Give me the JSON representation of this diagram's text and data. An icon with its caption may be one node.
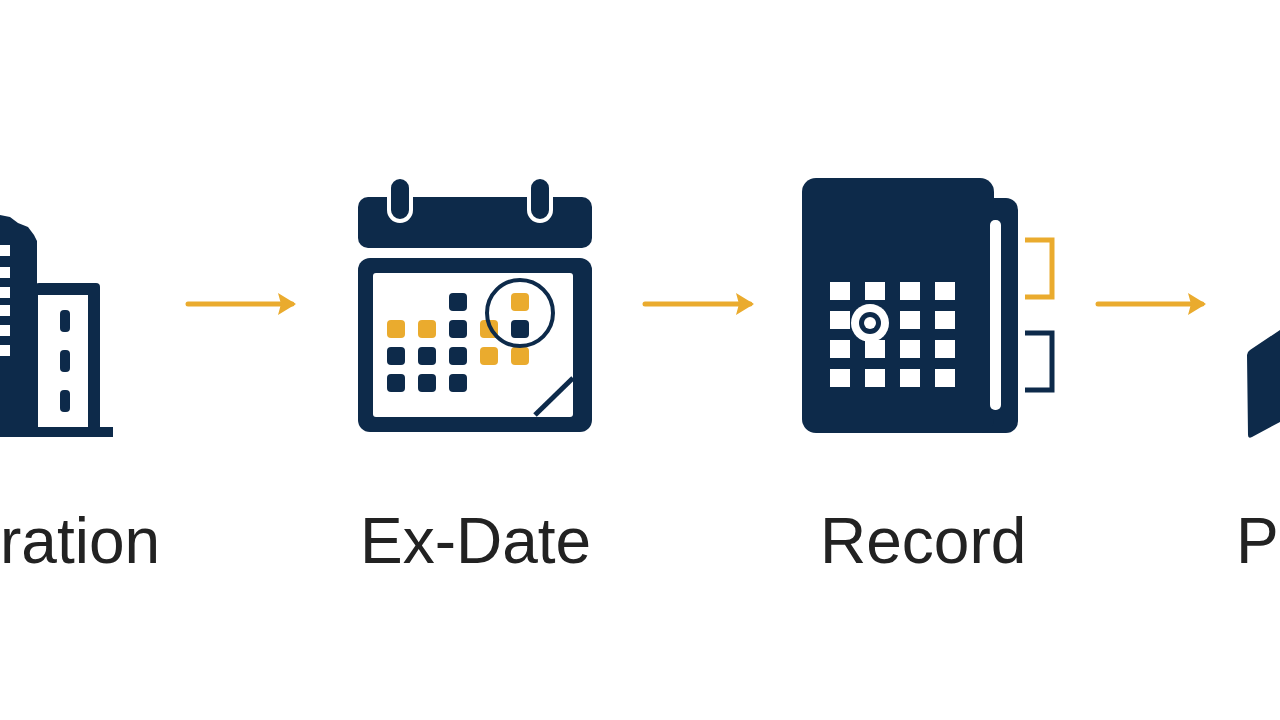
{
  "diagram": {
    "nodes": [
      {
        "text": [
          "ration"
        ]
      },
      {
        "text": [
          "Ex-Date"
        ]
      },
      {
        "text": [
          "Record"
        ]
      },
      {
        "text": [
          "P"
        ]
      }
    ],
    "edges": [
      {
        "from": 0,
        "to": 1,
        "arrow": "to"
      },
      {
        "from": 1,
        "to": 2,
        "arrow": "to"
      },
      {
        "from": 2,
        "to": 3,
        "arrow": "to"
      }
    ]
  }
}
